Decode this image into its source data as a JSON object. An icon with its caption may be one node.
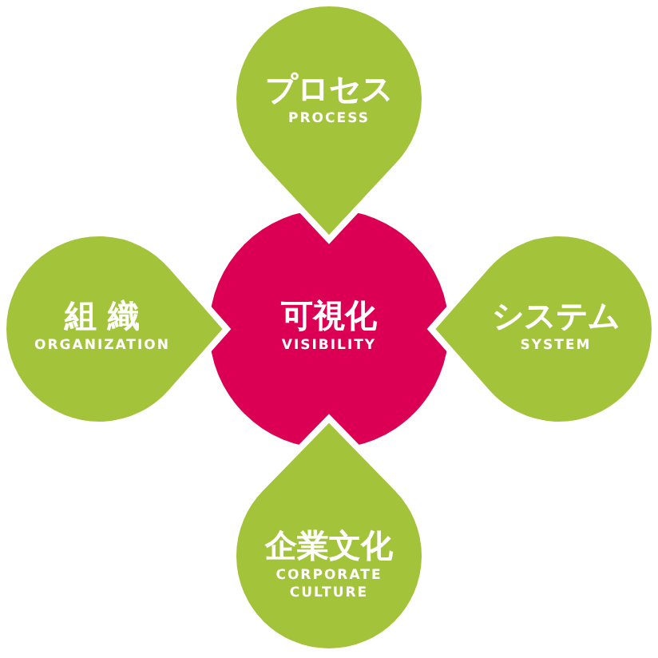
{
  "diagram": {
    "nodes": [
      {
        "text": [
          "可視化",
          "VISIBILITY"
        ]
      },
      {
        "text": [
          "プロセス",
          "PROCESS"
        ]
      },
      {
        "text": [
          "組 織",
          "ORGANIZATION"
        ]
      },
      {
        "text": [
          "システム",
          "SYSTEM"
        ]
      },
      {
        "text": [
          "企業文化",
          "CORPORATE CULTURE"
        ]
      }
    ]
  }
}
